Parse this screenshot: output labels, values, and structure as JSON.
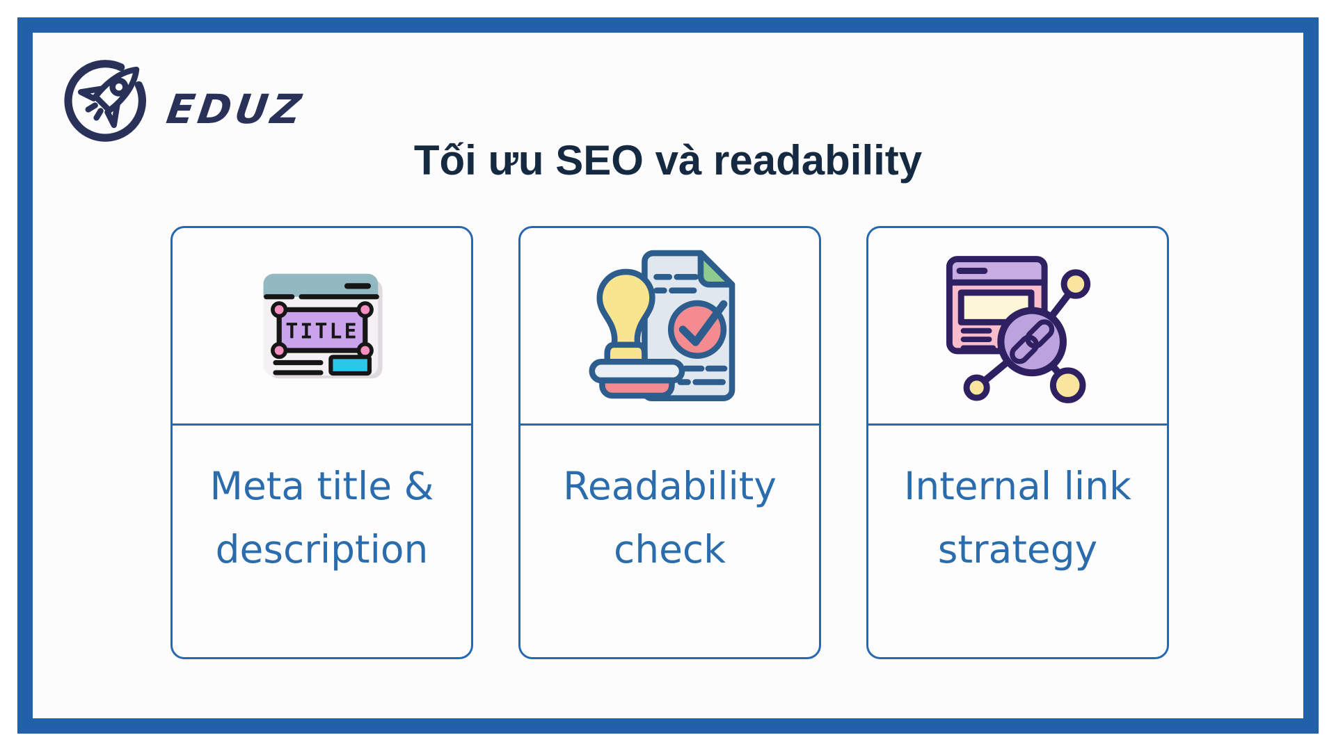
{
  "brand": {
    "name": "EDUZ",
    "logo": "rocket-circle-logo"
  },
  "header": {
    "title": "Tối ưu SEO và readability"
  },
  "cards": [
    {
      "icon": "meta-title-browser-icon",
      "icon_text": "TITLE",
      "label": "Meta title & description",
      "lines": [
        "Meta title &",
        "description"
      ]
    },
    {
      "icon": "stamp-document-check-icon",
      "label": "Readability check",
      "lines": [
        "Readability",
        "check"
      ]
    },
    {
      "icon": "internal-link-network-icon",
      "label": "Internal link strategy",
      "lines": [
        "Internal link",
        "strategy"
      ]
    }
  ],
  "colors": {
    "frame_border": "#2161a9",
    "card_border": "#2767b0",
    "title_text": "#152941",
    "card_text": "#2b6cad",
    "logo_navy": "#2a3158",
    "icon_teal_header": "#92b8c2",
    "icon_purple_box": "#c9a3ec",
    "icon_pink_handle": "#f48fc0",
    "icon_cyan_button": "#2bc7eb",
    "icon_doc_gray": "#e0e7ef",
    "icon_green_fold": "#8fca8e",
    "icon_red": "#f48b90",
    "icon_yellow": "#fae58f",
    "icon_pink_body": "#f8bcca",
    "icon_lavender": "#bca3de",
    "icon_node_yellow": "#f9e59e"
  }
}
